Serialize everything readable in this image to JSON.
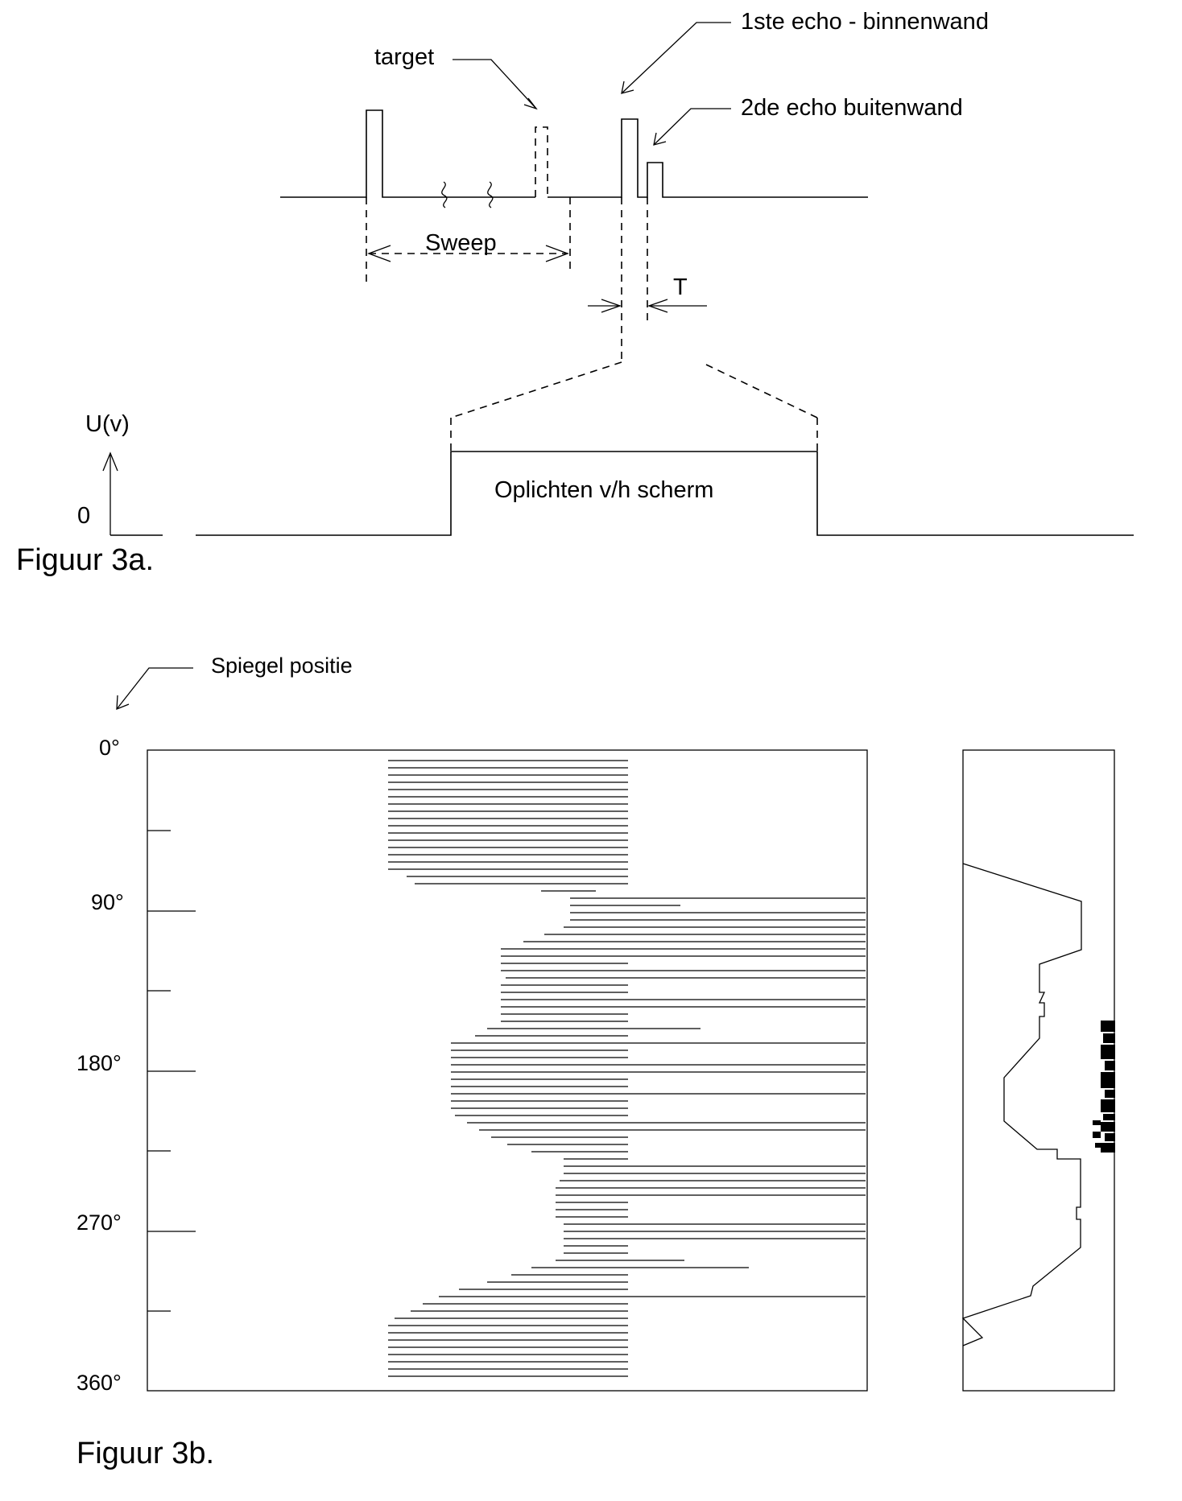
{
  "figure_3a": {
    "caption": "Figuur 3a.",
    "label_target": "target",
    "label_echo1": "1ste echo - binnenwand",
    "label_echo2": "2de echo buitenwand",
    "label_sweep": "Sweep",
    "label_t": "T",
    "label_axis_u": "U(v)",
    "label_axis_zero": "0",
    "label_screen": "Oplichten v/h scherm"
  },
  "figure_3b": {
    "caption": "Figuur 3b.",
    "label_mirror": "Spiegel positie",
    "angle_labels": [
      "0°",
      "90°",
      "180°",
      "270°",
      "360°"
    ]
  }
}
